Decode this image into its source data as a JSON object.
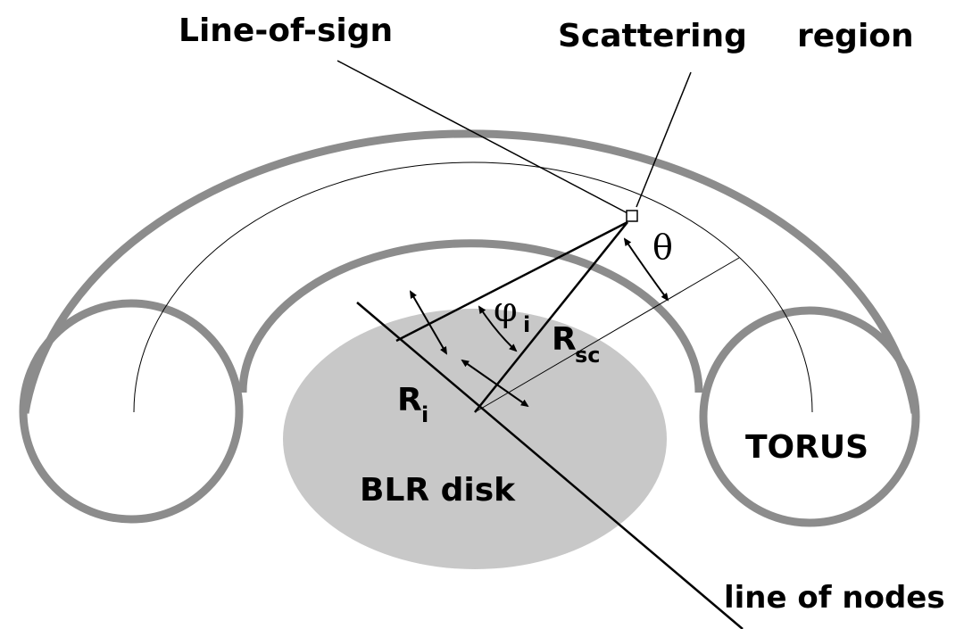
{
  "labels": {
    "line_of_sight": "Line-of-sign",
    "scattering_region": "Scattering",
    "scattering_region_2": "region",
    "theta": "θ",
    "phi": "φ",
    "phi_sub": "i",
    "r_sc": "R",
    "r_sc_sub": "sc",
    "r_i": "R",
    "r_i_sub": "i",
    "torus": "TORUS",
    "blr_disk": "BLR disk",
    "line_of_nodes": "line of nodes"
  },
  "colors": {
    "torus_outline": "#8c8c8c",
    "blr_disk_fill": "#c8c8c8",
    "line": "#000000",
    "background": "#ffffff"
  }
}
